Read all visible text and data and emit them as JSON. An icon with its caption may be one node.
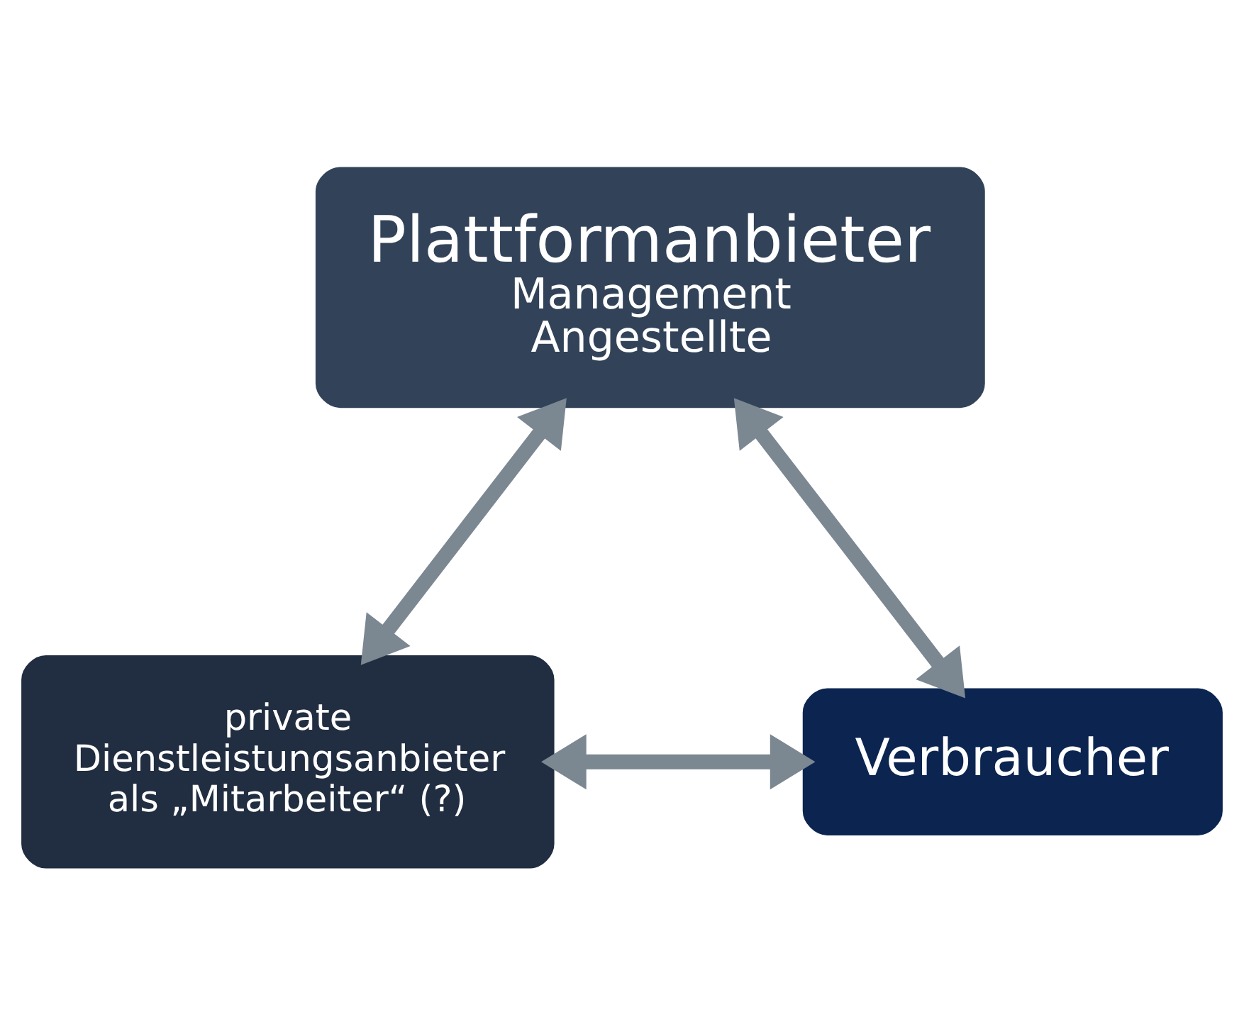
{
  "diagram": {
    "nodes": [
      {
        "text": [
          "Plattformanbieter",
          "Management",
          "Angestellte"
        ]
      },
      {
        "text": [
          "private Dienstleistungsanbieter als „Mitarbeiter“ (?)"
        ]
      },
      {
        "text": [
          "Verbraucher"
        ]
      }
    ],
    "edges": [
      {
        "from": 0,
        "to": 1,
        "arrow": "both"
      },
      {
        "from": 0,
        "to": 2,
        "arrow": "both"
      },
      {
        "from": 1,
        "to": 2,
        "arrow": "both"
      }
    ]
  }
}
